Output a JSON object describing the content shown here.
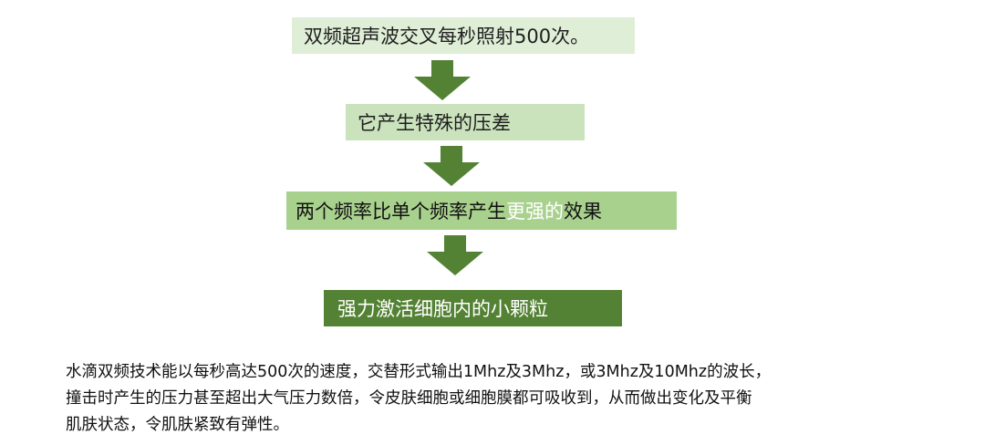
{
  "flow": {
    "step1": "双频超声波交叉每秒照射500次。",
    "step2": "它产生特殊的压差",
    "step3": {
      "before": "两个频率比单个频率产生",
      "highlight": "更强的",
      "after": "效果"
    },
    "step4": "强力激活细胞内的小颗粒",
    "arrow_icon": "down-arrow-icon"
  },
  "colors": {
    "step1_fill": "#dfeed6",
    "step2_fill": "#cbe3bd",
    "step3_fill": "#a9d18e",
    "step4_fill": "#548235",
    "arrow": "#548235"
  },
  "description": {
    "line1": "水滴双频技术能以每秒高达500次的速度，交替形式输出1Mhz及3Mhz，或3Mhz及10Mhz的波长，",
    "line2": "撞击时产生的压力甚至超出大气压力数倍，令皮肤细胞或细胞膜都可吸收到，从而做出变化及平衡",
    "line3": "肌肤状态，令肌肤紧致有弹性。"
  }
}
